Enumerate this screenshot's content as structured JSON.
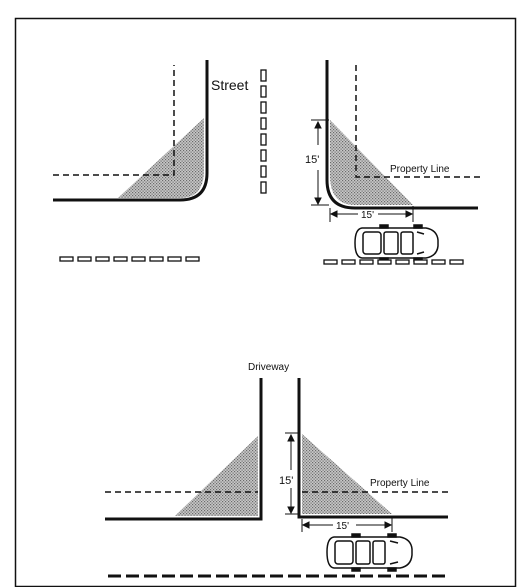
{
  "labels": {
    "street": "Street",
    "property_line_top": "Property Line",
    "dim_vertical_top": "15'",
    "dim_horizontal_top": "15'",
    "driveway": "Driveway",
    "property_line_bottom": "Property Line",
    "dim_vertical_bottom": "15'",
    "dim_horizontal_bottom": "15'"
  },
  "colors": {
    "line": "#111111",
    "hatch": "#9a9a9a",
    "background": "#ffffff"
  }
}
